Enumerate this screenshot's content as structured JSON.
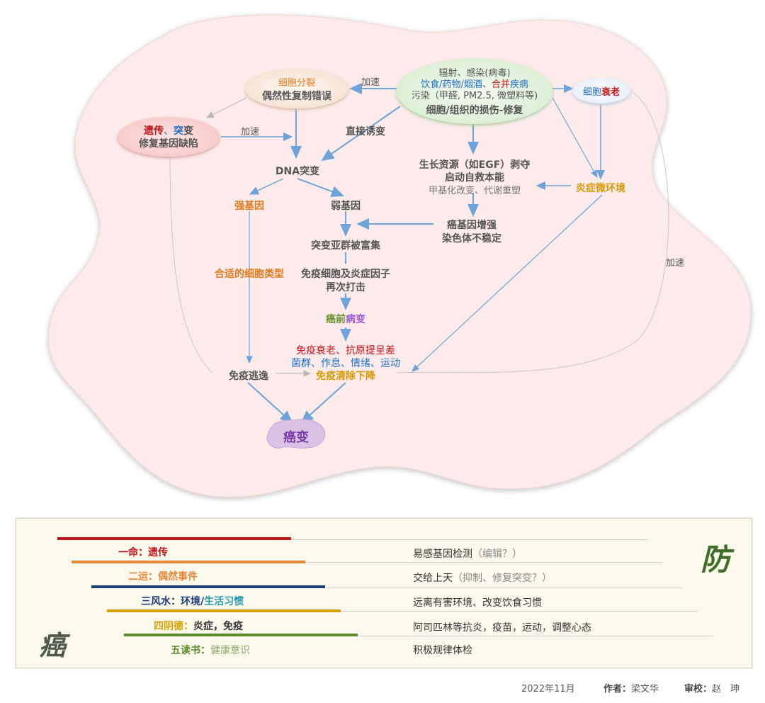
{
  "diagram": {
    "nodes": {
      "cell_division": {
        "line1": "细胞分裂",
        "line2": "偶然性复制错误"
      },
      "heredity": {
        "part1": "遗传",
        "sep": "、",
        "part2": "突",
        "part3": "变",
        "line2": "修复基因缺陷"
      },
      "damage": {
        "line1": "辐射、感染(病毒)",
        "line2_a": "饮食/药物/烟酒、",
        "line2_b": "合并",
        "line2_c": "疾病",
        "line3": "污染（甲醛, PM2.5, 微塑料等)",
        "line4": "细胞/组织的损伤-修复"
      },
      "aging": {
        "part1": "细胞",
        "part2": "衰老"
      },
      "dna_mutation": "DNA突变",
      "direct_induce": "直接诱变",
      "strong_gene": "强基因",
      "weak_gene": "弱基因",
      "growth_resource": {
        "line1": "生长资源（如EGF）剥夺",
        "line2": "启动自救本能",
        "line3": "甲基化改变、代谢重塑"
      },
      "inflammation_env": "炎症微环境",
      "oncogene": {
        "line1": "癌基因增强",
        "line2": "染色体不稳定"
      },
      "subgroup": "突变亚群被富集",
      "suitable_cell": "合适的细胞类型",
      "second_hit": {
        "line1": "免疫细胞及炎症因子",
        "line2": "再次打击"
      },
      "precancer": {
        "part1": "癌前",
        "part2": "病变"
      },
      "immune_decline": {
        "line1": "免疫衰老、抗原提呈差",
        "line2": "菌群、作息、情绪、运动",
        "line3": "免疫清除下降"
      },
      "immune_escape": "免疫逃逸",
      "cancer": "癌变"
    },
    "edge_labels": {
      "speed1": "加速",
      "speed2": "加速",
      "speed3": "加速"
    }
  },
  "panel": {
    "rows": [
      {
        "prefix": "一命：",
        "title": "遗传",
        "text": "易感基因检测",
        "note": "（编辑？）",
        "color": "#c0141c"
      },
      {
        "prefix": "二运：",
        "title": "偶然事件",
        "text": "交给上天",
        "note": "（抑制、修复突变？）",
        "color": "#e8873a"
      },
      {
        "prefix": "三风水：",
        "title": "环境/",
        "title2": "生活习惯",
        "text": "远离有害环境、改变饮食习惯",
        "note": "",
        "color": "#1c3c7a"
      },
      {
        "prefix": "四阴德：",
        "title": "炎症，免疫",
        "text": "阿司匹林等抗炎，疫苗，运动，调整心态",
        "note": "",
        "color": "#d4a000"
      },
      {
        "prefix": "五读书：",
        "title": "健康意识",
        "text": "积极规律体检",
        "note": "",
        "color": "#5a8a2a"
      }
    ],
    "right_char": "防",
    "left_char": "癌"
  },
  "footer": {
    "date": "2022年11月",
    "author_label": "作者：",
    "author": "梁文华",
    "reviewer_label": "审校：",
    "reviewer": "赵　珅"
  },
  "colors": {
    "blob": "#fcebea",
    "arrow": "#6fa3d8",
    "panel_bg": "#fbf8ec"
  }
}
